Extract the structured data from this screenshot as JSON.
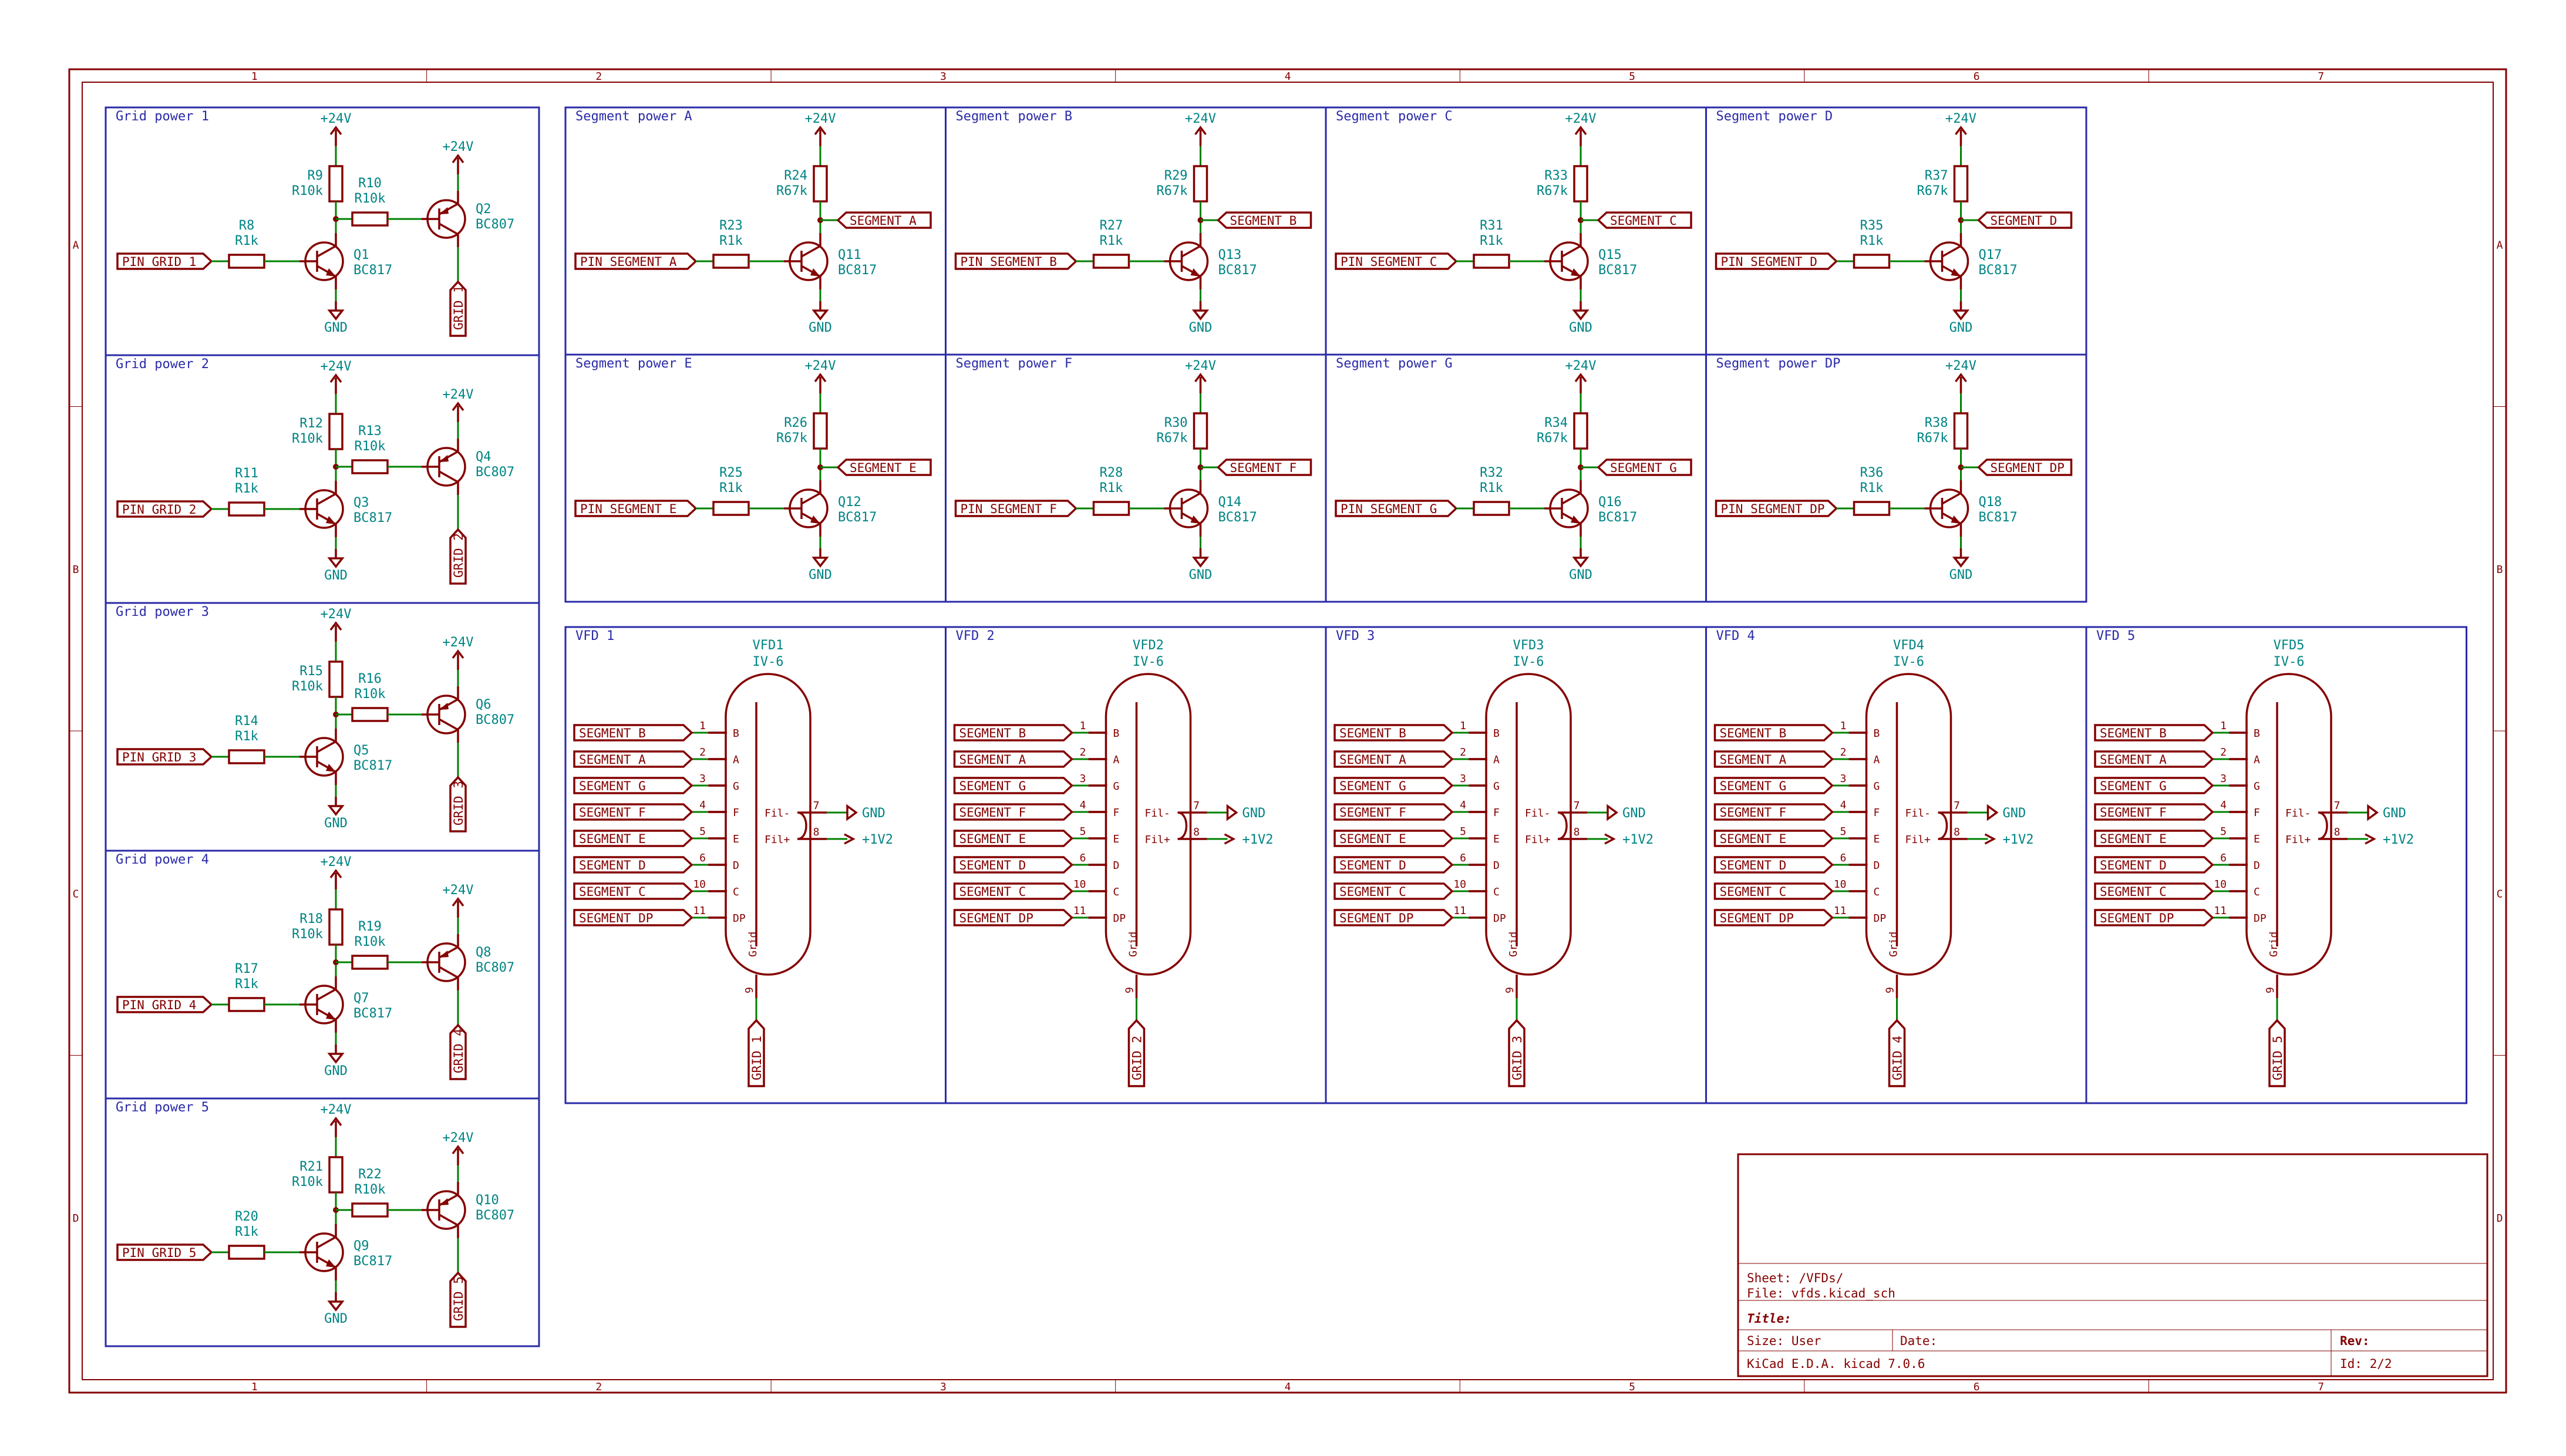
{
  "frame": {
    "columns": [
      "1",
      "2",
      "3",
      "4",
      "5",
      "6",
      "7"
    ],
    "rows": [
      "A",
      "B",
      "C",
      "D"
    ],
    "color": "#840000"
  },
  "title_block": {
    "sheet": "Sheet: /VFDs/",
    "file": "File: vfds.kicad_sch",
    "title": "Title:",
    "size": "Size: User",
    "date": "Date:",
    "rev": "Rev:",
    "tool": "KiCad E.D.A.  kicad 7.0.6",
    "id": "Id: 2/2"
  },
  "power_labels": {
    "vcc": "+24V",
    "gnd": "GND",
    "fil": "+1V2"
  },
  "grid_power": [
    {
      "title": "Grid power 1",
      "input": "PIN_GRID_1",
      "output": "GRID_1",
      "rb": {
        "ref": "R8",
        "val": "R1k"
      },
      "rpu": {
        "ref": "R9",
        "val": "R10k"
      },
      "rser": {
        "ref": "R10",
        "val": "R10k"
      },
      "qn": {
        "ref": "Q1",
        "val": "BC817"
      },
      "qp": {
        "ref": "Q2",
        "val": "BC807"
      }
    },
    {
      "title": "Grid power 2",
      "input": "PIN_GRID_2",
      "output": "GRID_2",
      "rb": {
        "ref": "R11",
        "val": "R1k"
      },
      "rpu": {
        "ref": "R12",
        "val": "R10k"
      },
      "rser": {
        "ref": "R13",
        "val": "R10k"
      },
      "qn": {
        "ref": "Q3",
        "val": "BC817"
      },
      "qp": {
        "ref": "Q4",
        "val": "BC807"
      }
    },
    {
      "title": "Grid power 3",
      "input": "PIN_GRID_3",
      "output": "GRID_3",
      "rb": {
        "ref": "R14",
        "val": "R1k"
      },
      "rpu": {
        "ref": "R15",
        "val": "R10k"
      },
      "rser": {
        "ref": "R16",
        "val": "R10k"
      },
      "qn": {
        "ref": "Q5",
        "val": "BC817"
      },
      "qp": {
        "ref": "Q6",
        "val": "BC807"
      }
    },
    {
      "title": "Grid power 4",
      "input": "PIN_GRID_4",
      "output": "GRID_4",
      "rb": {
        "ref": "R17",
        "val": "R1k"
      },
      "rpu": {
        "ref": "R18",
        "val": "R10k"
      },
      "rser": {
        "ref": "R19",
        "val": "R10k"
      },
      "qn": {
        "ref": "Q7",
        "val": "BC817"
      },
      "qp": {
        "ref": "Q8",
        "val": "BC807"
      }
    },
    {
      "title": "Grid power 5",
      "input": "PIN_GRID_5",
      "output": "GRID_5",
      "rb": {
        "ref": "R20",
        "val": "R1k"
      },
      "rpu": {
        "ref": "R21",
        "val": "R10k"
      },
      "rser": {
        "ref": "R22",
        "val": "R10k"
      },
      "qn": {
        "ref": "Q9",
        "val": "BC817"
      },
      "qp": {
        "ref": "Q10",
        "val": "BC807"
      }
    }
  ],
  "segment_power": [
    {
      "title": "Segment power A",
      "input": "PIN_SEGMENT_A",
      "output": "SEGMENT_A",
      "rb": {
        "ref": "R23",
        "val": "R1k"
      },
      "rpu": {
        "ref": "R24",
        "val": "R67k"
      },
      "q": {
        "ref": "Q11",
        "val": "BC817"
      }
    },
    {
      "title": "Segment power B",
      "input": "PIN_SEGMENT_B",
      "output": "SEGMENT_B",
      "rb": {
        "ref": "R27",
        "val": "R1k"
      },
      "rpu": {
        "ref": "R29",
        "val": "R67k"
      },
      "q": {
        "ref": "Q13",
        "val": "BC817"
      }
    },
    {
      "title": "Segment power C",
      "input": "PIN_SEGMENT_C",
      "output": "SEGMENT_C",
      "rb": {
        "ref": "R31",
        "val": "R1k"
      },
      "rpu": {
        "ref": "R33",
        "val": "R67k"
      },
      "q": {
        "ref": "Q15",
        "val": "BC817"
      }
    },
    {
      "title": "Segment power D",
      "input": "PIN_SEGMENT_D",
      "output": "SEGMENT_D",
      "rb": {
        "ref": "R35",
        "val": "R1k"
      },
      "rpu": {
        "ref": "R37",
        "val": "R67k"
      },
      "q": {
        "ref": "Q17",
        "val": "BC817"
      }
    },
    {
      "title": "Segment power E",
      "input": "PIN_SEGMENT_E",
      "output": "SEGMENT_E",
      "rb": {
        "ref": "R25",
        "val": "R1k"
      },
      "rpu": {
        "ref": "R26",
        "val": "R67k"
      },
      "q": {
        "ref": "Q12",
        "val": "BC817"
      }
    },
    {
      "title": "Segment power F",
      "input": "PIN_SEGMENT_F",
      "output": "SEGMENT_F",
      "rb": {
        "ref": "R28",
        "val": "R1k"
      },
      "rpu": {
        "ref": "R30",
        "val": "R67k"
      },
      "q": {
        "ref": "Q14",
        "val": "BC817"
      }
    },
    {
      "title": "Segment power G",
      "input": "PIN_SEGMENT_G",
      "output": "SEGMENT_G",
      "rb": {
        "ref": "R32",
        "val": "R1k"
      },
      "rpu": {
        "ref": "R34",
        "val": "R67k"
      },
      "q": {
        "ref": "Q16",
        "val": "BC817"
      }
    },
    {
      "title": "Segment power DP",
      "input": "PIN_SEGMENT_DP",
      "output": "SEGMENT_DP",
      "rb": {
        "ref": "R36",
        "val": "R1k"
      },
      "rpu": {
        "ref": "R38",
        "val": "R67k"
      },
      "q": {
        "ref": "Q18",
        "val": "BC817"
      }
    }
  ],
  "vfd_pins": [
    {
      "label": "SEGMENT_B",
      "num": "1",
      "name": "B"
    },
    {
      "label": "SEGMENT_A",
      "num": "2",
      "name": "A"
    },
    {
      "label": "SEGMENT_G",
      "num": "3",
      "name": "G"
    },
    {
      "label": "SEGMENT_F",
      "num": "4",
      "name": "F"
    },
    {
      "label": "SEGMENT_E",
      "num": "5",
      "name": "E"
    },
    {
      "label": "SEGMENT_D",
      "num": "6",
      "name": "D"
    },
    {
      "label": "SEGMENT_C",
      "num": "10",
      "name": "C"
    },
    {
      "label": "SEGMENT_DP",
      "num": "11",
      "name": "DP"
    }
  ],
  "vfd_fil": [
    {
      "name": "Fil-",
      "num": "7"
    },
    {
      "name": "Fil+",
      "num": "8"
    }
  ],
  "vfd_grid": {
    "name": "Grid",
    "num": "9"
  },
  "vfds": [
    {
      "title": "VFD 1",
      "ref": "VFD1",
      "val": "IV-6",
      "grid": "GRID_1"
    },
    {
      "title": "VFD 2",
      "ref": "VFD2",
      "val": "IV-6",
      "grid": "GRID_2"
    },
    {
      "title": "VFD 3",
      "ref": "VFD3",
      "val": "IV-6",
      "grid": "GRID_3"
    },
    {
      "title": "VFD 4",
      "ref": "VFD4",
      "val": "IV-6",
      "grid": "GRID_4"
    },
    {
      "title": "VFD 5",
      "ref": "VFD5",
      "val": "IV-6",
      "grid": "GRID_5"
    }
  ]
}
